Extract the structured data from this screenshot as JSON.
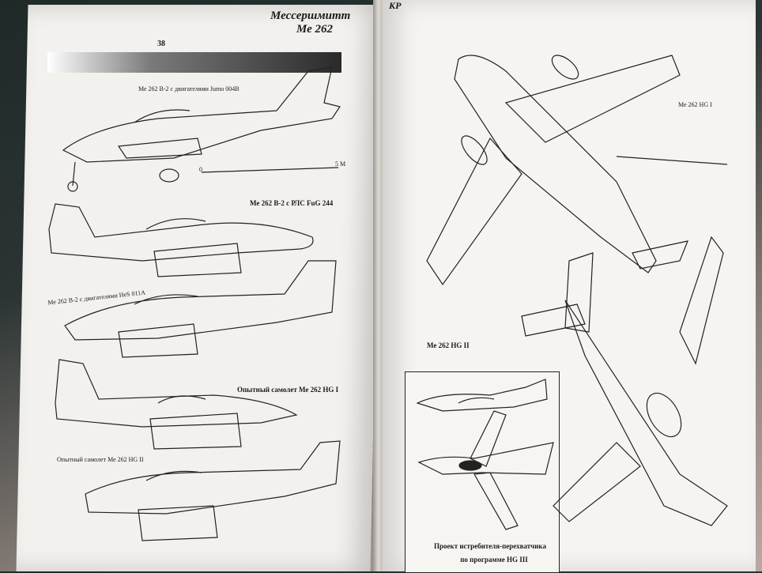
{
  "left_page": {
    "header_title": "Мессершмитт",
    "header_subtitle": "Ме 262",
    "page_number": "38",
    "captions": [
      "Ме 262 В-2 с двигателями Jumo 004B",
      "Ме 262 В-2 с РЛС FuG 244",
      "Ме 262 В-2 с двигателями HeS 011A",
      "Опытный самолет Ме 262 HG I",
      "Опытный самолет Ме 262 HG II"
    ],
    "scale_start": "0",
    "scale_end": "5 M"
  },
  "right_page": {
    "header_fragment": "КР",
    "caption_top": "Ме 262 HG I",
    "caption_mid": "Ме 262   HG II",
    "inset_caption_line1": "Проект истребителя-перехватчика",
    "inset_caption_line2": "по программе HG III"
  }
}
